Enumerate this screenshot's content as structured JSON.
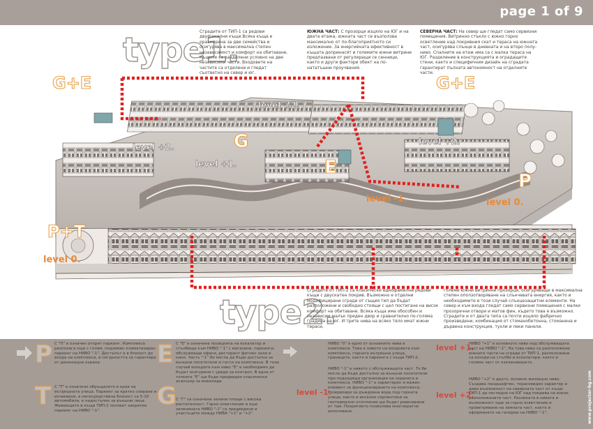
{
  "header": {
    "page_label": "page 1 of 9"
  },
  "titles": {
    "type1": "type1.",
    "type2": "type2."
  },
  "texts": {
    "type1": "Сградите от ТИП-1 са редови двуфамилни къщи.Всяка къща е оразмерена за две семейства и осигурява в максимална степен независимост и комфорт на обитаване. Къщите са разделени условно на две независими части. Входовете на частите са отделени и гледат съответно на север и юг.",
    "south_title": "ЮЖНА ЧАСТ:",
    "south": "С прозорци изцяло на ЮГ и на двата етажа, южната част се възползва максимално от по-благоприятното си изложение. За енергийната ефективност в къщата допринасят и големите южни витрини предпазвани от регулиращи се сенници, както и други фактори обект на по-нататъшни проучвания.",
    "north_title": "СЕВЕРНА ЧАСТ:",
    "north": "На север ще гледат само сервизни помещения. Витринно стъкло с южно горно осветление над покривния скат и тераса на южната част, осигурява слънце в дневната и на второ полу-ниво. Спалните на етаж има са с малка тераса на ЮГ. Разделение в конструкцията и оградащите стени, както и специфичния дизайн на сградата гарантират пълната автономност на отделните части.",
    "type2": "Сградите от ТИП-2 са класически еднофамилни редови къщи с двускатен покрив. Възможно е отделни модифицирани сгради от същия тип да бъдат разположени и свободно стоящи с цел постигане на висок комфорт на обитаване. Всяка къща има обособен и независим малък преден двор и сравнително по-голяма градина на юг. И трите нива на всяко тяло имат южни тераси,",
    "type2_cont": "големи южни витринни прозорци, осигуряващи в максимална степен оползотворяване на слънчевата енергия, както и необходимите в този случай слънцезащитни елементи. На север и към входа гледат само сервизни помещения с малки прозоречни отвори и матов фин, където това е възможно. Сградите и от двата типа са почти изцяло фабрично произведени, комбинация от стоманобетонна, стоманена и дървена конструкция, тухли и леки панели."
  },
  "plan_labels": {
    "ge_left": "G+E",
    "ge_right": "G+E",
    "level_plus2_top": "level +2.",
    "level_plus2_left": "level +2.",
    "level_plus2_right": "level +2.",
    "level_plus1": "level +1.",
    "level_minus1": "level -1.",
    "level_0_right": "level 0.",
    "level_0_left": "level 0.",
    "letter_g": "G",
    "letter_e": "E",
    "letter_p": "P",
    "pt": "P+T"
  },
  "legend": {
    "p_letter": "P",
    "p_text": "С \"П\" е означен открит паркинг. Комплекса разполага още с голям, подземен климатизиран паркинг на НИВО \"-1\". Достъпът е в близост до входа на комплекса, в сигурността се гарантира от денонощна охрана.",
    "t_letter": "T",
    "t_text": "С \"Т\" е означено обръщалото в края на вътрешната улица. Паркинг за кратко спиране и изчакване, в непосредствена близост са 5-10 автомобила, е недостъпен за външни лица. Живеещите в къщи ТИП-2 ползват закрития паркинг на НИВО \"-1\".",
    "e_letter": "E",
    "e_text": "С \"Е\" е означена позицията на ескалатор и стълбище към НИВО \"-1\" с магазини, паркинги, обслужващи офиси, ресторант фитнес зали и кино. Часть \"-1\" би могла да бъде достъпна за външни посетители и гости на комплекса. В този случай изходите към ниво \"Е\" е необходимо да бъдат осигурени с уреди за контрол. В една от точките \"Е\" ще бъде предвиден класически асансьор за инвалиди.",
    "g_letter": "G",
    "g_text": "С \"Г\" са означени зелени площи с висока растителност. Горно осветление и още зеленината НИВО \"-1\" са предвидени в участъците между НИВА \"+1\" и \"+2\".",
    "level0_text": "НИВО \"0\" е едно от основните нива в комплекса. Това е нивото на входовете към комплекса, горната вътрешна улица, границите, както и паркинга с къщи ТИП-2.",
    "level_minus1_label": "level -1.",
    "level_minus1_text": "НИВО \"-1\" е нивото с обслужващата част. То би могло да бъде достъпно за външни посетители при подходяща организация на охраната в комплекса. НИВО \"-1\" е характерен и важен елемент за функционирането на комплекса. Резервоари за дъждовна вода под горната улица, както и ексално серпентини за геотермално отопление ще бъдат ревизирани от там. Покритието позволява многократно използване.",
    "level_plus1_label": "level +1.",
    "level_plus1_text": "НИВО \"+1\" е основното ниво над обслужващата част на НИВО \"-1\". На това ниво са разположени южните части на сгради от ТИП-1, разположени са изходи на стълби и ескалатори, както и голяма част от озеленяването.",
    "level_plus2_label": "level +2.",
    "level_plus2_text": "НИВО \"+2\" е друго, основно жилищно ниво. Създава ландшафтен, терасовиден характер и дава възможност на северната част от къщи ТИП-1 да погледне на ЮГ над покрива на южно разположената част. Разликата в нивата и възможност още за горно осветление и проветряване на земната част, както и оформянето на галерии на НИВО \"-1\".",
    "website": "www.projector-bg.com"
  },
  "colors": {
    "band": "#a89f9a",
    "legend_band": "#a59c96",
    "accent_orange": "#e8a048",
    "level_red": "#d64a3a",
    "dotted_red": "#e32020"
  }
}
